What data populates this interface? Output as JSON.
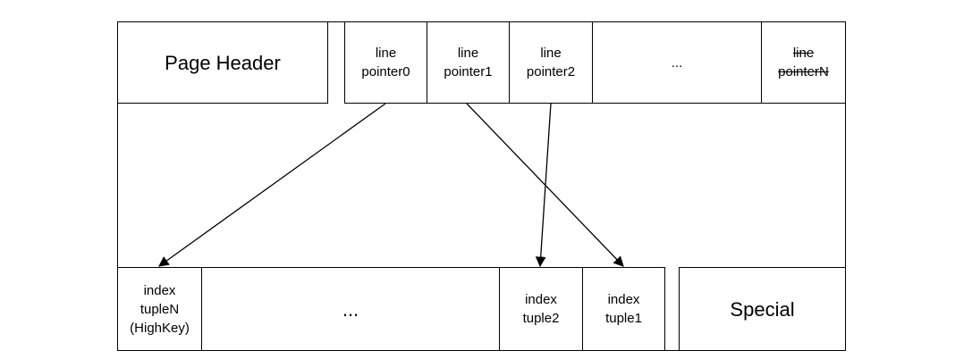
{
  "header": {
    "page_header": "Page Header",
    "line_pointer0": "line\npointer0",
    "line_pointer1": "line\npointer1",
    "line_pointer2": "line\npointer2",
    "ellipsis": "...",
    "line_pointerN": "line\npointerN"
  },
  "footer": {
    "tupleN": "index\ntupleN\n(HighKey)",
    "ellipsis": "...",
    "tuple2": "index\ntuple2",
    "tuple1": "index\ntuple1",
    "special": "Special"
  }
}
